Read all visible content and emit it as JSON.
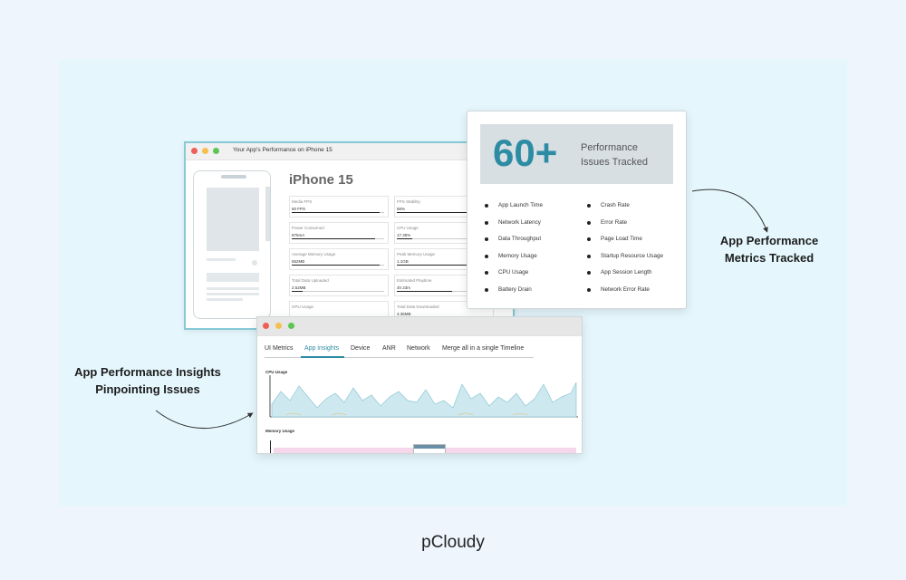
{
  "brand": "pCloudy",
  "window_device": {
    "title": "Your App's Performance on iPhone 15",
    "device_name": "iPhone 15",
    "metrics": [
      {
        "label": "Media FPS",
        "value": "60 FPS",
        "level": 0.95
      },
      {
        "label": "FPS Stability",
        "value": "86%",
        "level": 0.8
      },
      {
        "label": "Power Consumed",
        "value": "875mA",
        "level": 0.9
      },
      {
        "label": "CPU Usage",
        "value": "17.35%",
        "level": 0.17
      },
      {
        "label": "Average Memory Usage",
        "value": "552MB",
        "level": 0.95
      },
      {
        "label": "Peak Memory Usage",
        "value": "1.1GB",
        "level": 0.9
      },
      {
        "label": "Total Data Uploaded",
        "value": "2.52MB",
        "level": 0.12
      },
      {
        "label": "Estimated Playtime",
        "value": "4h 23m",
        "level": 0.6
      },
      {
        "label": "GPU Usage",
        "value": "",
        "level": 0.2
      },
      {
        "label": "Total Data Downloaded",
        "value": "3.36MB",
        "level": 0.5
      }
    ]
  },
  "window_stats": {
    "big_number": "60+",
    "label_line1": "Performance",
    "label_line2": "Issues Tracked",
    "left_list": [
      "App Launch Time",
      "Network Latency",
      "Data Throughput",
      "Memory Usage",
      "CPU Usage",
      "Battery Drain"
    ],
    "right_list": [
      "Crash Rate",
      "Error Rate",
      "Page Load Time",
      "Startup Resource Usage",
      "App Session Length",
      "Network Error Rate"
    ]
  },
  "window_insights": {
    "tabs": [
      "UI Metrics",
      "App insights",
      "Device",
      "ANR",
      "Network",
      "Merge all in a single Timeline"
    ],
    "active_tab": "App insights",
    "chart_cpu_title": "CPU Usage",
    "chart_memory_title": "Memory Usage"
  },
  "callout_right": {
    "line1": "App Performance",
    "line2": "Metrics Tracked"
  },
  "callout_left": {
    "line1": "App Performance Insights",
    "line2": "Pinpointing Issues"
  },
  "colors": {
    "accent": "#2d8ca4",
    "panel_bg": "#e5f7fd",
    "page_bg": "#eef5fd",
    "chart_fill": "#cde9ef",
    "memory_band": "#f6d6ea"
  }
}
